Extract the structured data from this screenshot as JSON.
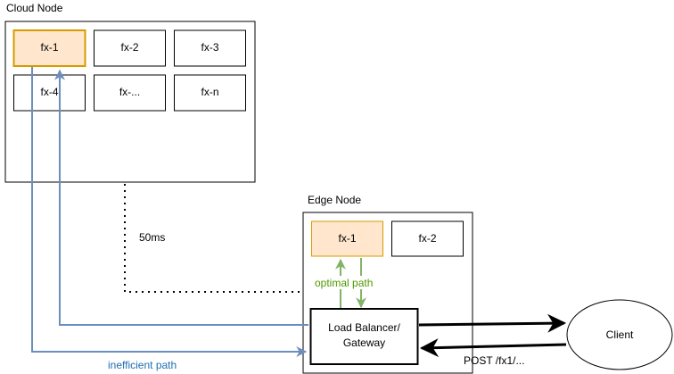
{
  "cloud_node": {
    "title": "Cloud Node",
    "functions": [
      "fx-1",
      "fx-2",
      "fx-3",
      "fx-4",
      "fx-...",
      "fx-n"
    ]
  },
  "edge_node": {
    "title": "Edge Node",
    "functions": [
      "fx-1",
      "fx-2"
    ],
    "gateway_line1": "Load Balancer/",
    "gateway_line2": "Gateway"
  },
  "client": {
    "label": "Client"
  },
  "edges": {
    "latency": "50ms",
    "optimal_path": "optimal path",
    "inefficient_path": "inefficient path",
    "request": "POST /fx1/..."
  },
  "colors": {
    "highlight_fill": "#ffe6cc",
    "highlight_stroke": "#d79b00",
    "optimal": "#82b366",
    "optimal_text": "#4d9900",
    "inefficient": "#6c8ebf",
    "inefficient_text": "#1f6fb2"
  }
}
